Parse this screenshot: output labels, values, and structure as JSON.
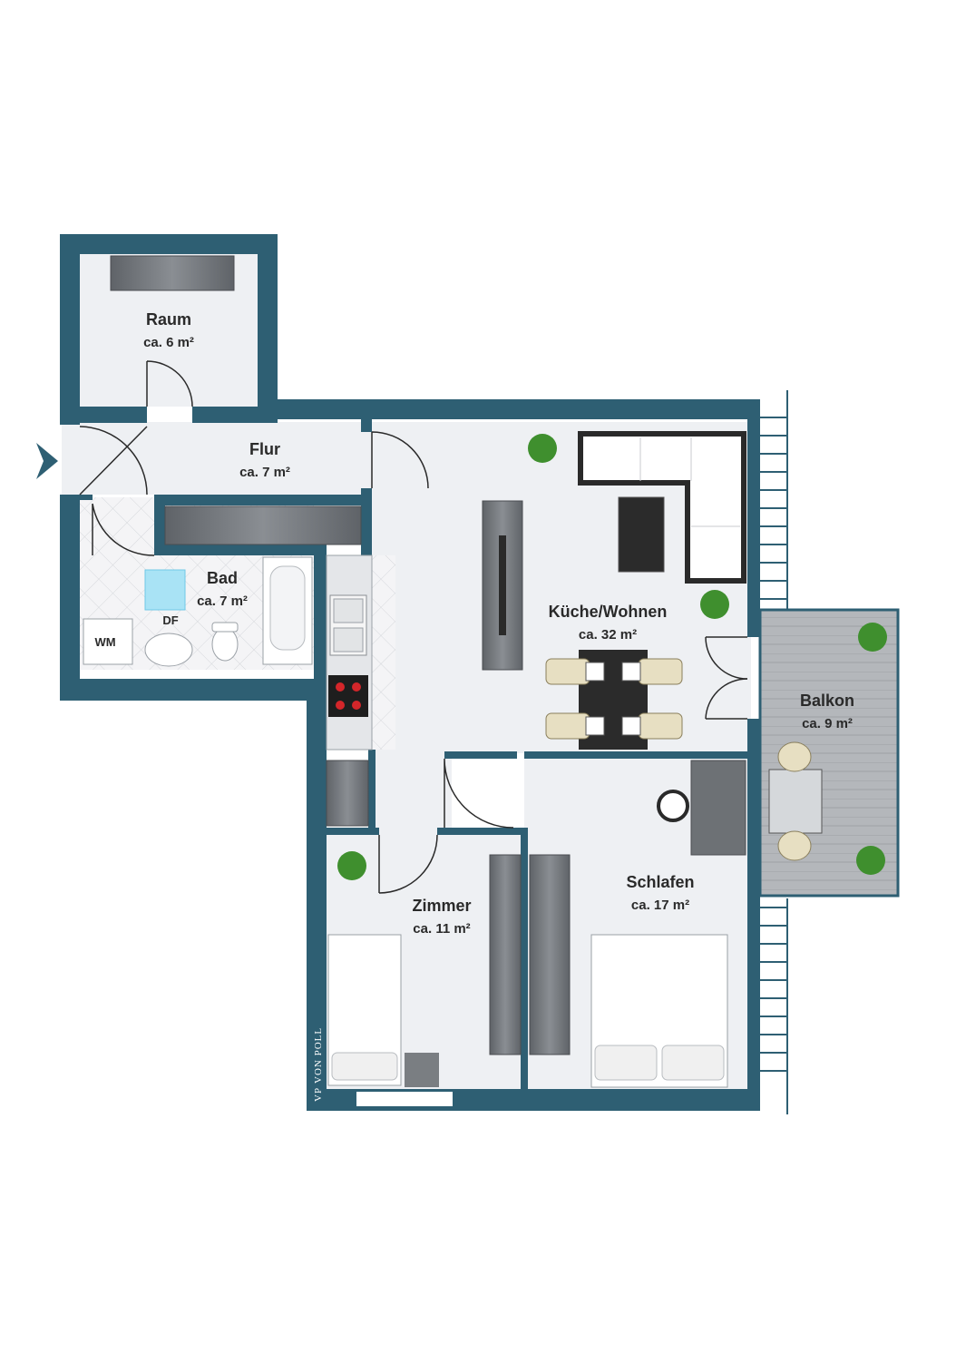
{
  "rooms": {
    "raum": {
      "name": "Raum",
      "area": "ca. 6 m²"
    },
    "flur": {
      "name": "Flur",
      "area": "ca. 7 m²"
    },
    "bad": {
      "name": "Bad",
      "area": "ca. 7 m²"
    },
    "kueche": {
      "name": "Küche/Wohnen",
      "area": "ca. 32 m²"
    },
    "balkon": {
      "name": "Balkon",
      "area": "ca. 9 m²"
    },
    "schlafen": {
      "name": "Schlafen",
      "area": "ca. 17 m²"
    },
    "zimmer": {
      "name": "Zimmer",
      "area": "ca. 11 m²"
    }
  },
  "labels": {
    "wm": "WM",
    "df": "DF"
  },
  "logo": {
    "mark": "VP",
    "text": "VON POLL"
  },
  "colors": {
    "wall": "#2e5f73",
    "floor": "#eef0f3",
    "furniture_dark": "#6f7378",
    "balcony_wood": "#b9bcc0",
    "plant": "#3f8f2e"
  }
}
